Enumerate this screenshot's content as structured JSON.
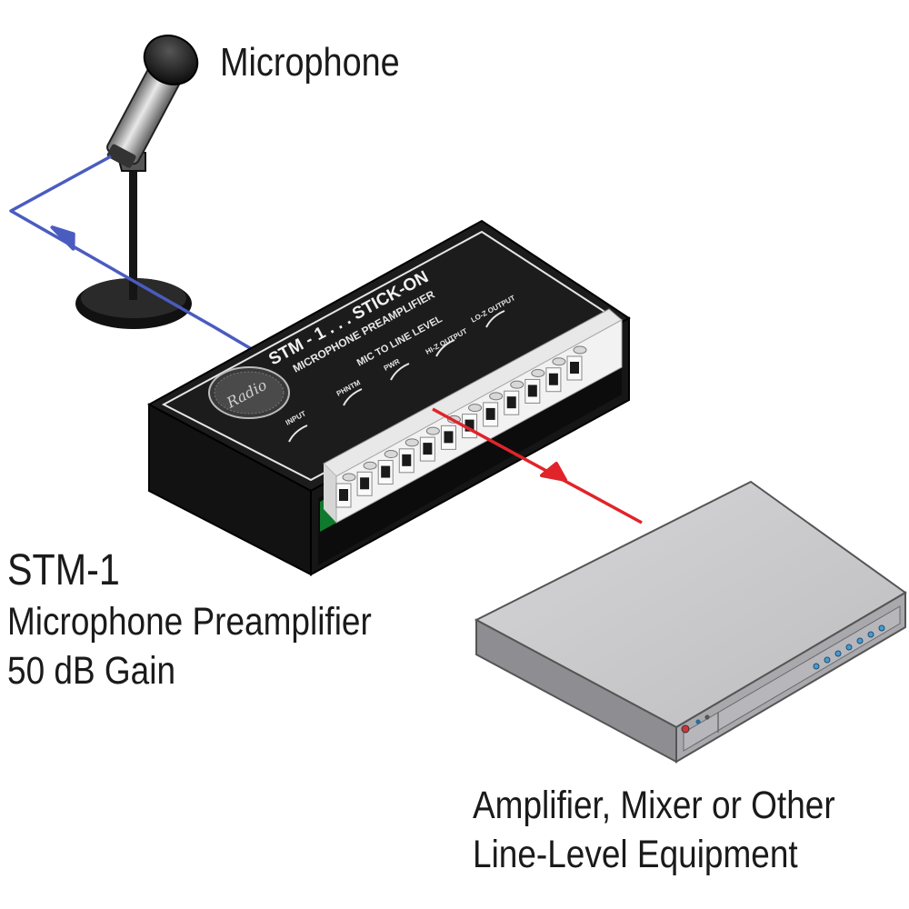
{
  "labels": {
    "microphone": "Microphone",
    "model": "STM-1",
    "description": "Microphone Preamplifier",
    "gain": "50 dB Gain",
    "equipment_line1": "Amplifier, Mixer or Other",
    "equipment_line2": "Line-Level Equipment"
  },
  "device": {
    "panel_title": "STM - 1 . . . STICK-ON",
    "panel_subtitle": "MICROPHONE PREAMPLIFIER",
    "panel_mode": "MIC TO LINE LEVEL",
    "terminal_labels": [
      "INPUT",
      "PHNTM",
      "PWR",
      "HI-Z OUTPUT",
      "LO-Z OUTPUT"
    ],
    "logo_text": "Radio"
  },
  "colors": {
    "input_signal": "#4a5cc0",
    "output_signal": "#e0242a",
    "device_body": "#1c1c1c",
    "equipment_body": "#c4c4c6"
  },
  "icons": [
    "microphone-icon",
    "preamplifier-device-icon",
    "line-level-equipment-icon"
  ]
}
